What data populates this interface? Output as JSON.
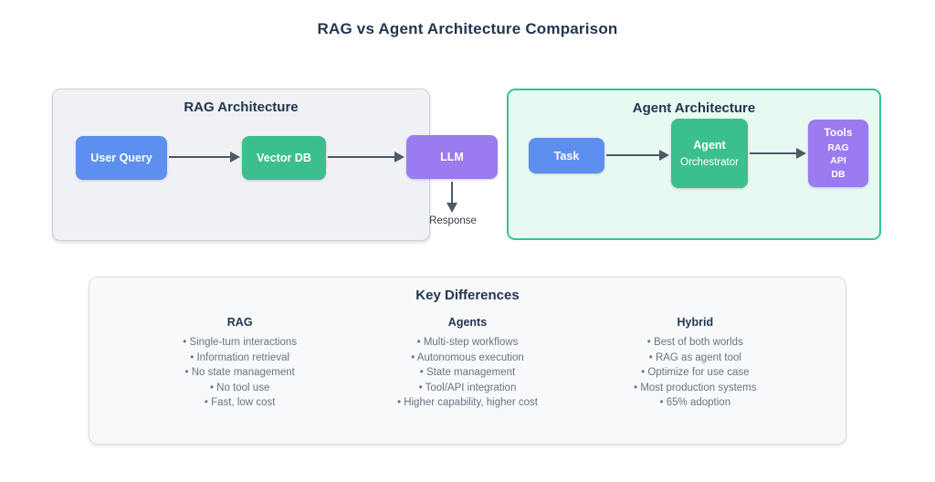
{
  "title": "RAG vs Agent Architecture Comparison",
  "colors": {
    "heading_text": "#233650",
    "muted_text": "#6A7380",
    "node_blue": "#5D8FF0",
    "node_green": "#3BBF8E",
    "node_purple": "#9B7BF0",
    "rag_panel_bg": "#EFF1F5",
    "rag_panel_border": "#CBD1DA",
    "agent_panel_bg": "#E8F9F1",
    "agent_panel_border": "#2EC98F",
    "key_panel_bg": "#F8F9FB",
    "arrow": "#4E5866"
  },
  "rag_panel": {
    "title": "RAG Architecture",
    "nodes": {
      "user_query": "User Query",
      "vector_db": "Vector DB",
      "llm": "LLM"
    },
    "response_label": "Response"
  },
  "agent_panel": {
    "title": "Agent Architecture",
    "nodes": {
      "task": "Task",
      "orchestrator_line1": "Agent",
      "orchestrator_line2": "Orchestrator",
      "tools_title": "Tools",
      "tools_items": [
        "RAG",
        "API",
        "DB"
      ]
    }
  },
  "key_differences": {
    "title": "Key Differences",
    "columns": [
      {
        "header": "RAG",
        "items": [
          "• Single-turn interactions",
          "• Information retrieval",
          "• No state management",
          "• No tool use",
          "• Fast, low cost"
        ]
      },
      {
        "header": "Agents",
        "items": [
          "• Multi-step workflows",
          "• Autonomous execution",
          "• State management",
          "• Tool/API integration",
          "• Higher capability, higher cost"
        ]
      },
      {
        "header": "Hybrid",
        "items": [
          "• Best of both worlds",
          "• RAG as agent tool",
          "• Optimize for use case",
          "• Most production systems",
          "• 65% adoption"
        ]
      }
    ]
  }
}
